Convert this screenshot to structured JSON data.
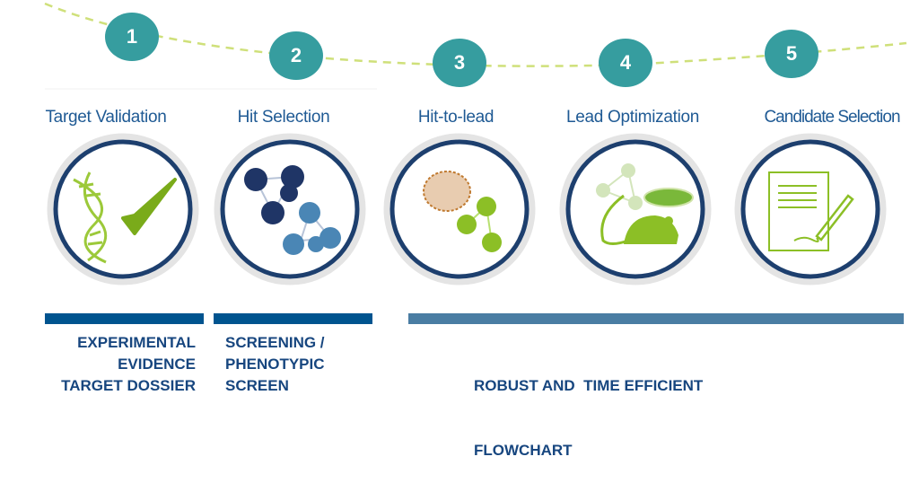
{
  "steps": [
    {
      "number": "1",
      "label": "Target Validation",
      "icon": "dna-check-icon"
    },
    {
      "number": "2",
      "label": "Hit Selection",
      "icon": "molecules-icon"
    },
    {
      "number": "3",
      "label": "Hit-to-lead",
      "icon": "protein-molecule-icon"
    },
    {
      "number": "4",
      "label": "Lead Optimization",
      "icon": "mouse-petri-icon"
    },
    {
      "number": "5",
      "label": "Candidate Selection",
      "icon": "document-pen-icon"
    }
  ],
  "notes": [
    {
      "lines": [
        "EXPERIMENTAL",
        "EVIDENCE",
        "TARGET DOSSIER"
      ]
    },
    {
      "lines": [
        "SCREENING /",
        "PHENOTYPIC",
        "SCREEN"
      ]
    },
    {
      "lines": [
        "ROBUST AND  TIME EFFICIENT",
        "FLOWCHART"
      ]
    }
  ],
  "colors": {
    "teal": "#369d9f",
    "navy": "#1d3f6e",
    "green": "#8cbf26",
    "bar_dark": "#00548f",
    "bar_light": "#4a7da3"
  }
}
